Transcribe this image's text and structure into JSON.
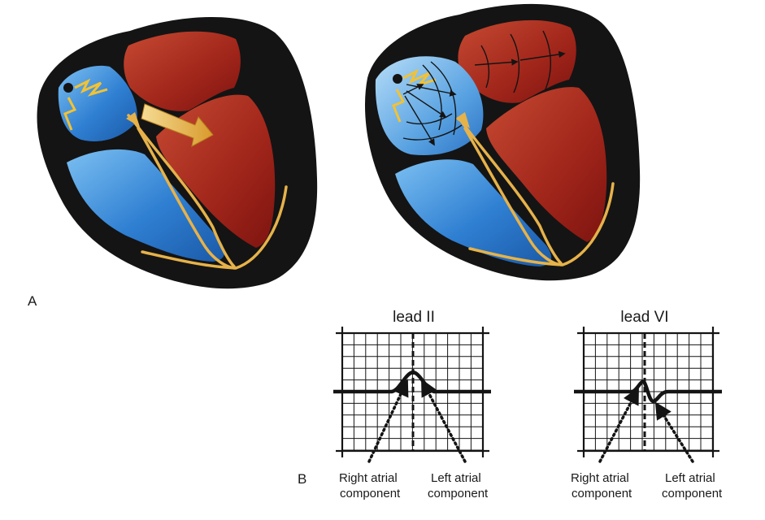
{
  "panel_a_label": "A",
  "panel_b_label": "B",
  "lead_ii": {
    "title": "lead II",
    "right_label_1": "Right atrial",
    "right_label_2": "component",
    "left_label_1": "Left atrial",
    "left_label_2": "component"
  },
  "lead_v1": {
    "title": "lead VI",
    "right_label_1": "Right atrial",
    "right_label_2": "component",
    "left_label_1": "Left atrial",
    "left_label_2": "component"
  },
  "colors": {
    "right_heart": "#2f7fd2",
    "left_heart": "#b8281b",
    "conduction": "#e6b24a",
    "outline": "#141414"
  },
  "icons": [
    "sa-node-dot",
    "lightning-bolt",
    "activation-arrow",
    "wavefront-arrow"
  ]
}
